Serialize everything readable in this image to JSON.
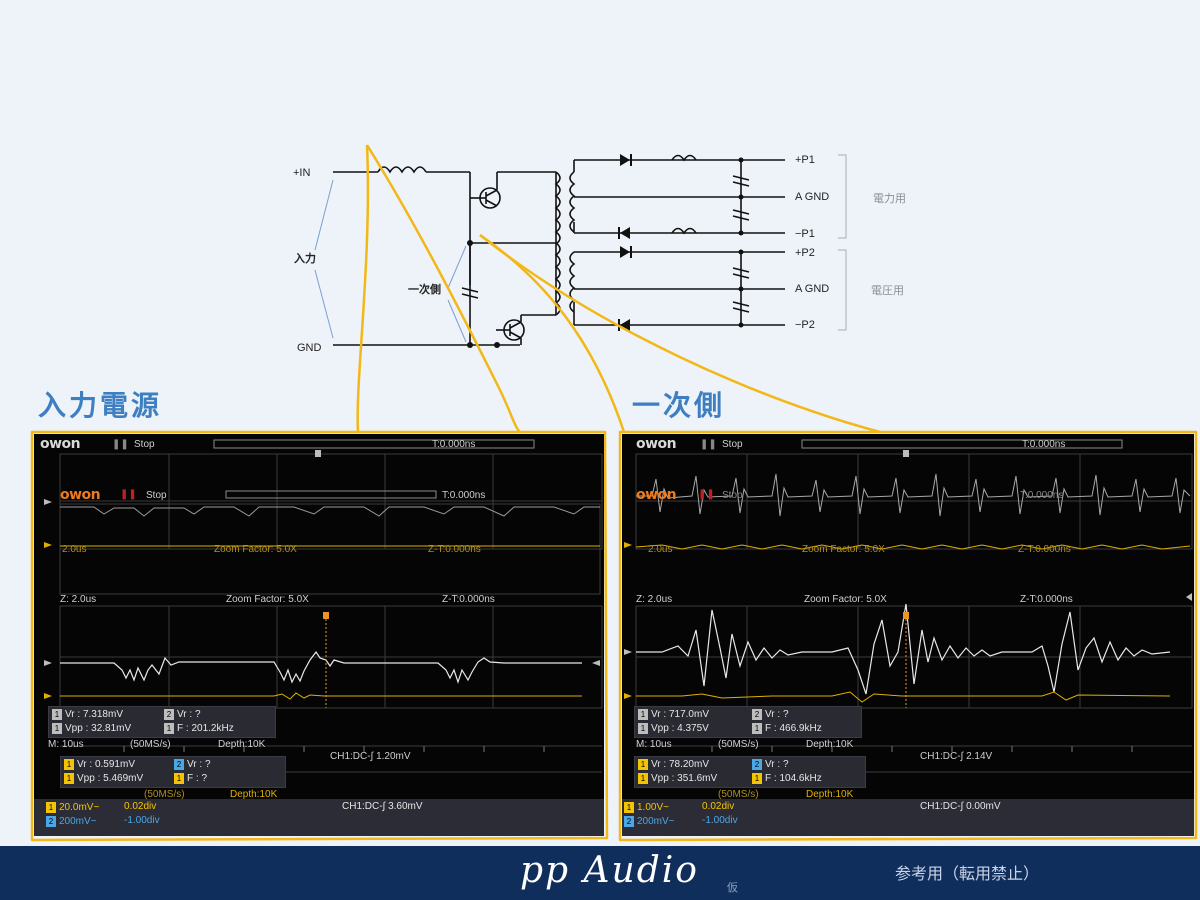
{
  "schematic": {
    "input_plus": "+IN",
    "input_label": "入力",
    "input_gnd": "GND",
    "primary_label": "一次側",
    "outputs": [
      "+P1",
      "A GND",
      "−P1",
      "+P2",
      "A GND",
      "−P2"
    ],
    "group_power": "電力用",
    "group_voltage": "電圧用"
  },
  "sections": {
    "left_title": "入力電源",
    "right_title": "一次側"
  },
  "scope_left": {
    "brand": "owon",
    "run_state": "Stop",
    "trigger_time": "T:0.000ns",
    "zoom_timebase": "Z: 2.0us",
    "zoom_factor": "Zoom Factor: 5.0X",
    "zoom_time": "Z-T:0.000ns",
    "ghost_timebase": "2.0us",
    "meas1": [
      "Vr : 7.318mV",
      "Vpp : 32.81mV",
      "F : 201.2kHz",
      "Vr :     ?"
    ],
    "meas1_codes": [
      "1",
      "1",
      "1",
      "2"
    ],
    "timebase": "M: 10us",
    "sample": "(50MS/s)",
    "depth": "Depth:10K",
    "trigger": "CH1:DC-∫ 1.20mV",
    "meas2": [
      "Vr : 0.591mV",
      "Vpp : 5.469mV",
      "Vr :     ?",
      "F :     ?"
    ],
    "meas2_codes": [
      "1",
      "1",
      "2",
      "1"
    ],
    "ch1_scale": "20.0mV~",
    "ch1_pos": "0.02div",
    "ch2_scale": "200mV~",
    "ch2_pos": "-1.00div",
    "trigger2": "CH1:DC-∫ 3.60mV",
    "depth2": "Depth:10K",
    "sample2": "(50MS/s)"
  },
  "scope_right": {
    "brand": "owon",
    "run_state": "Stop",
    "trigger_time": "T:0.000ns",
    "zoom_timebase": "Z: 2.0us",
    "zoom_factor": "Zoom Factor: 5.0X",
    "zoom_time": "Z-T:0.000ns",
    "ghost_timebase": "2.0us",
    "meas1": [
      "Vr : 717.0mV",
      "Vpp : 4.375V",
      "F : 466.9kHz",
      "Vr :     ?"
    ],
    "meas1_codes": [
      "1",
      "1",
      "1",
      "2"
    ],
    "timebase": "M: 10us",
    "sample": "(50MS/s)",
    "depth": "Depth:10K",
    "trigger": "CH1:DC-∫ 2.14V",
    "meas2": [
      "Vr : 78.20mV",
      "Vpp : 351.6mV",
      "Vr :     ?",
      "F : 104.6kHz"
    ],
    "meas2_codes": [
      "1",
      "1",
      "2",
      "1"
    ],
    "ch1_scale": "1.00V~",
    "ch1_pos": "0.02div",
    "ch2_scale": "200mV~",
    "ch2_pos": "-1.00div",
    "trigger2": "CH1:DC-∫ 0.00mV",
    "depth2": "Depth:10K",
    "sample2": "(50MS/s)"
  },
  "footer": {
    "title": "pp Audio",
    "small": "仮",
    "note": "参考用（転用禁止）"
  },
  "colors": {
    "background": "#eef3fa",
    "accent_yellow": "#f2b817",
    "title_blue": "#3d7fc0",
    "footer_navy": "#102e5c",
    "trace_white": "#e8e8e8",
    "trace_yellow": "#e0b000",
    "brand_orange": "#f07a1a"
  }
}
